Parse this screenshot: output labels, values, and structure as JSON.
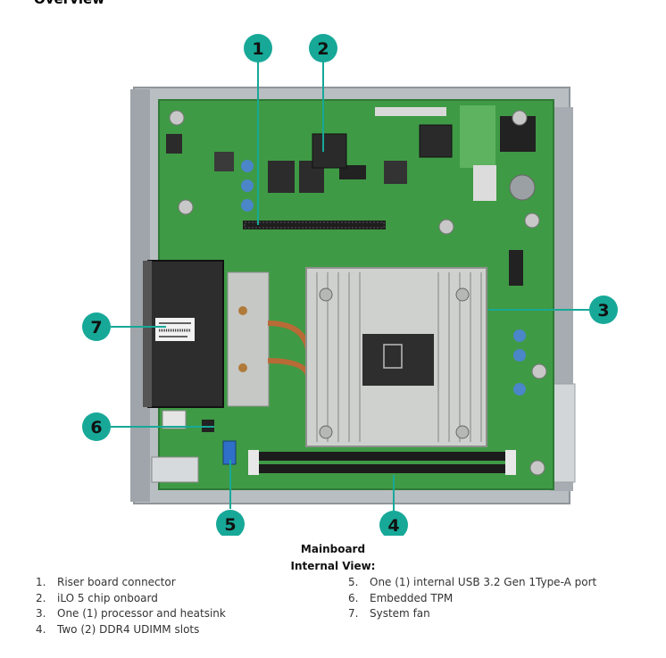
{
  "heading": "Overview",
  "caption": {
    "line1": "Mainboard",
    "line2": "Internal View:"
  },
  "callouts": [
    "1",
    "2",
    "3",
    "4",
    "5",
    "6",
    "7"
  ],
  "fan_label_text": "",
  "heatsink_label": "",
  "legend_left": [
    {
      "num": "1.",
      "text": "Riser board connector"
    },
    {
      "num": "2.",
      "text": "iLO 5 chip onboard"
    },
    {
      "num": "3.",
      "text": "One (1) processor and heatsink"
    },
    {
      "num": "4.",
      "text": "Two (2) DDR4 UDIMM slots"
    }
  ],
  "legend_right": [
    {
      "num": "5.",
      "text": "One (1) internal USB 3.2 Gen 1Type-A port"
    },
    {
      "num": "6.",
      "text": "Embedded TPM"
    },
    {
      "num": "7.",
      "text": "System fan"
    }
  ],
  "colors": {
    "accent": "#17a898",
    "pcb": "#3f9a45",
    "chassis": "#b9bec3",
    "heatsink": "#c9cbc9"
  }
}
